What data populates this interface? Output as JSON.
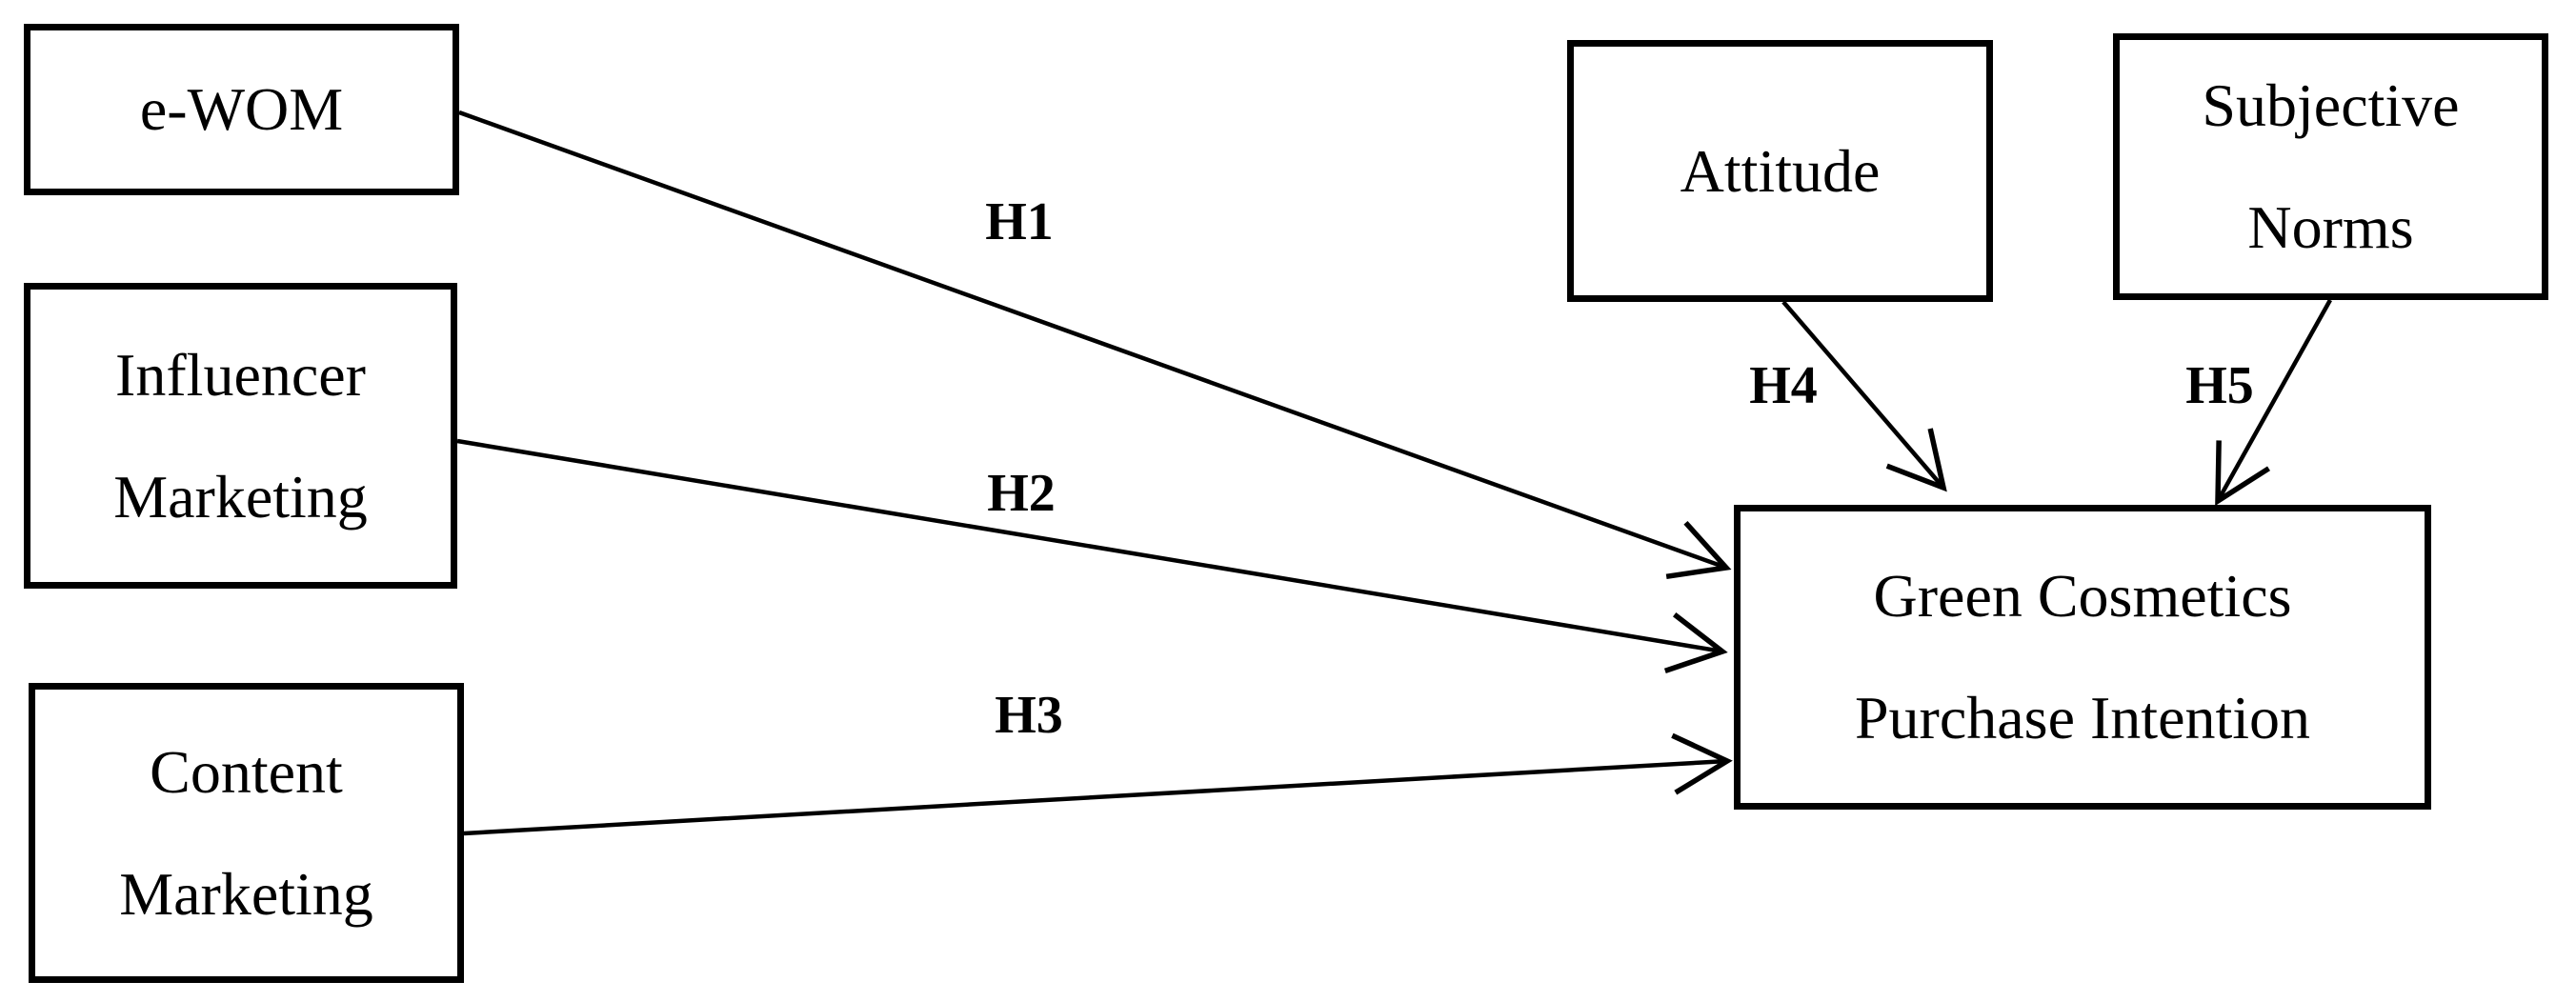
{
  "figure": {
    "background_color": "#ffffff",
    "line_color": "#000000",
    "text_color": "#000000"
  },
  "boxes": {
    "ewom": {
      "label": "e-WOM"
    },
    "influencer_marketing": {
      "label": "Influencer\nMarketing"
    },
    "content_marketing": {
      "label": "Content\nMarketing"
    },
    "attitude": {
      "label": "Attitude"
    },
    "subjective_norms": {
      "label": "Subjective\nNorms"
    },
    "green_cosmetics_purchase_intention": {
      "label": "Green Cosmetics\nPurchase Intention"
    }
  },
  "arrows": [
    {
      "label": "H1",
      "from": "ewom",
      "to": "green_cosmetics_purchase_intention"
    },
    {
      "label": "H2",
      "from": "influencer_marketing",
      "to": "green_cosmetics_purchase_intention"
    },
    {
      "label": "H3",
      "from": "content_marketing",
      "to": "green_cosmetics_purchase_intention"
    },
    {
      "label": "H4",
      "from": "attitude",
      "to": "green_cosmetics_purchase_intention"
    },
    {
      "label": "H5",
      "from": "subjective_norms",
      "to": "green_cosmetics_purchase_intention"
    }
  ]
}
